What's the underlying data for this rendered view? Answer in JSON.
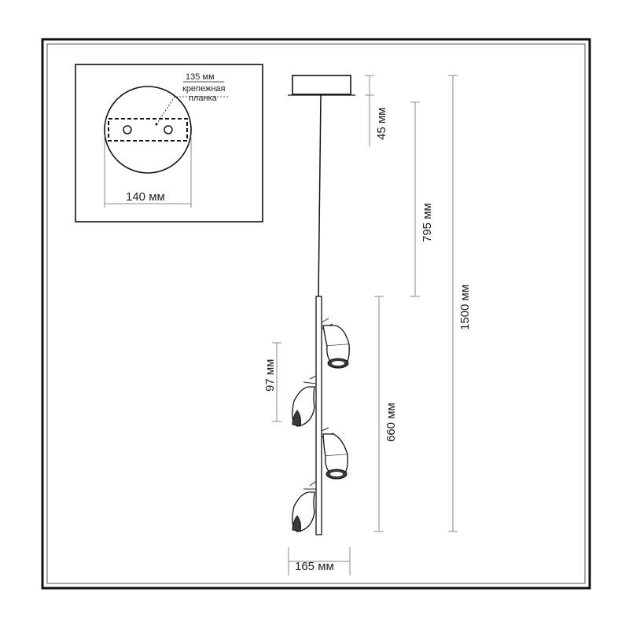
{
  "inset": {
    "bar_width_label": "135 мм",
    "bar_name_line1": "крепежная",
    "bar_name_line2": "планка",
    "canopy_diameter_label": "140 мм"
  },
  "dimensions": {
    "canopy_height": "45 мм",
    "cable_length": "795 мм",
    "total_height": "1500 мм",
    "shade_spacing": "97 мм",
    "body_height": "660 мм",
    "width": "165 мм"
  }
}
